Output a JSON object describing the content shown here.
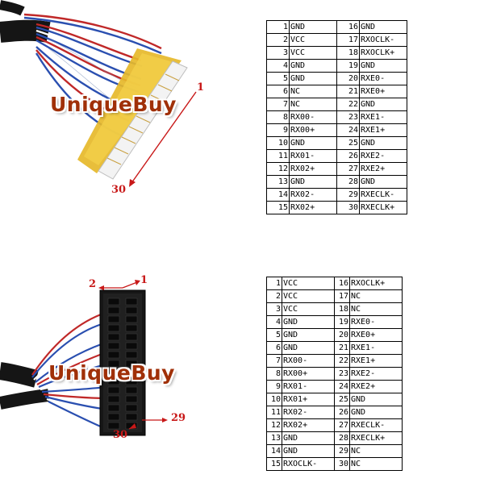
{
  "brand": "UniqueBuy",
  "top_connector": {
    "pin_start": "1",
    "pin_end": "30"
  },
  "bottom_connector": {
    "pin_1": "1",
    "pin_2": "2",
    "pin_29": "29",
    "pin_30": "30"
  },
  "colors": {
    "brand": "#a03008",
    "arrow": "#c81818",
    "table_border": "#000000"
  },
  "table_top": [
    [
      "1",
      "GND",
      "16",
      "GND"
    ],
    [
      "2",
      "VCC",
      "17",
      "RXOCLK-"
    ],
    [
      "3",
      "VCC",
      "18",
      "RXOCLK+"
    ],
    [
      "4",
      "GND",
      "19",
      "GND"
    ],
    [
      "5",
      "GND",
      "20",
      "RXE0-"
    ],
    [
      "6",
      "NC",
      "21",
      "RXE0+"
    ],
    [
      "7",
      "NC",
      "22",
      "GND"
    ],
    [
      "8",
      "RX00-",
      "23",
      "RXE1-"
    ],
    [
      "9",
      "RX00+",
      "24",
      "RXE1+"
    ],
    [
      "10",
      "GND",
      "25",
      "GND"
    ],
    [
      "11",
      "RX01-",
      "26",
      "RXE2-"
    ],
    [
      "12",
      "RX02+",
      "27",
      "RXE2+"
    ],
    [
      "13",
      "GND",
      "28",
      "GND"
    ],
    [
      "14",
      "RX02-",
      "29",
      "RXECLK-"
    ],
    [
      "15",
      "RX02+",
      "30",
      "RXECLK+"
    ]
  ],
  "table_bottom": [
    [
      "1",
      "VCC",
      "16",
      "RXOCLK+"
    ],
    [
      "2",
      "VCC",
      "17",
      "NC"
    ],
    [
      "3",
      "VCC",
      "18",
      "NC"
    ],
    [
      "4",
      "GND",
      "19",
      "RXE0-"
    ],
    [
      "5",
      "GND",
      "20",
      "RXE0+"
    ],
    [
      "6",
      "GND",
      "21",
      "RXE1-"
    ],
    [
      "7",
      "RX00-",
      "22",
      "RXE1+"
    ],
    [
      "8",
      "RX00+",
      "23",
      "RXE2-"
    ],
    [
      "9",
      "RX01-",
      "24",
      "RXE2+"
    ],
    [
      "10",
      "RX01+",
      "25",
      "GND"
    ],
    [
      "11",
      "RX02-",
      "26",
      "GND"
    ],
    [
      "12",
      "RX02+",
      "27",
      "RXECLK-"
    ],
    [
      "13",
      "GND",
      "28",
      "RXECLK+"
    ],
    [
      "14",
      "GND",
      "29",
      "NC"
    ],
    [
      "15",
      "RXOCLK-",
      "30",
      "NC"
    ]
  ]
}
